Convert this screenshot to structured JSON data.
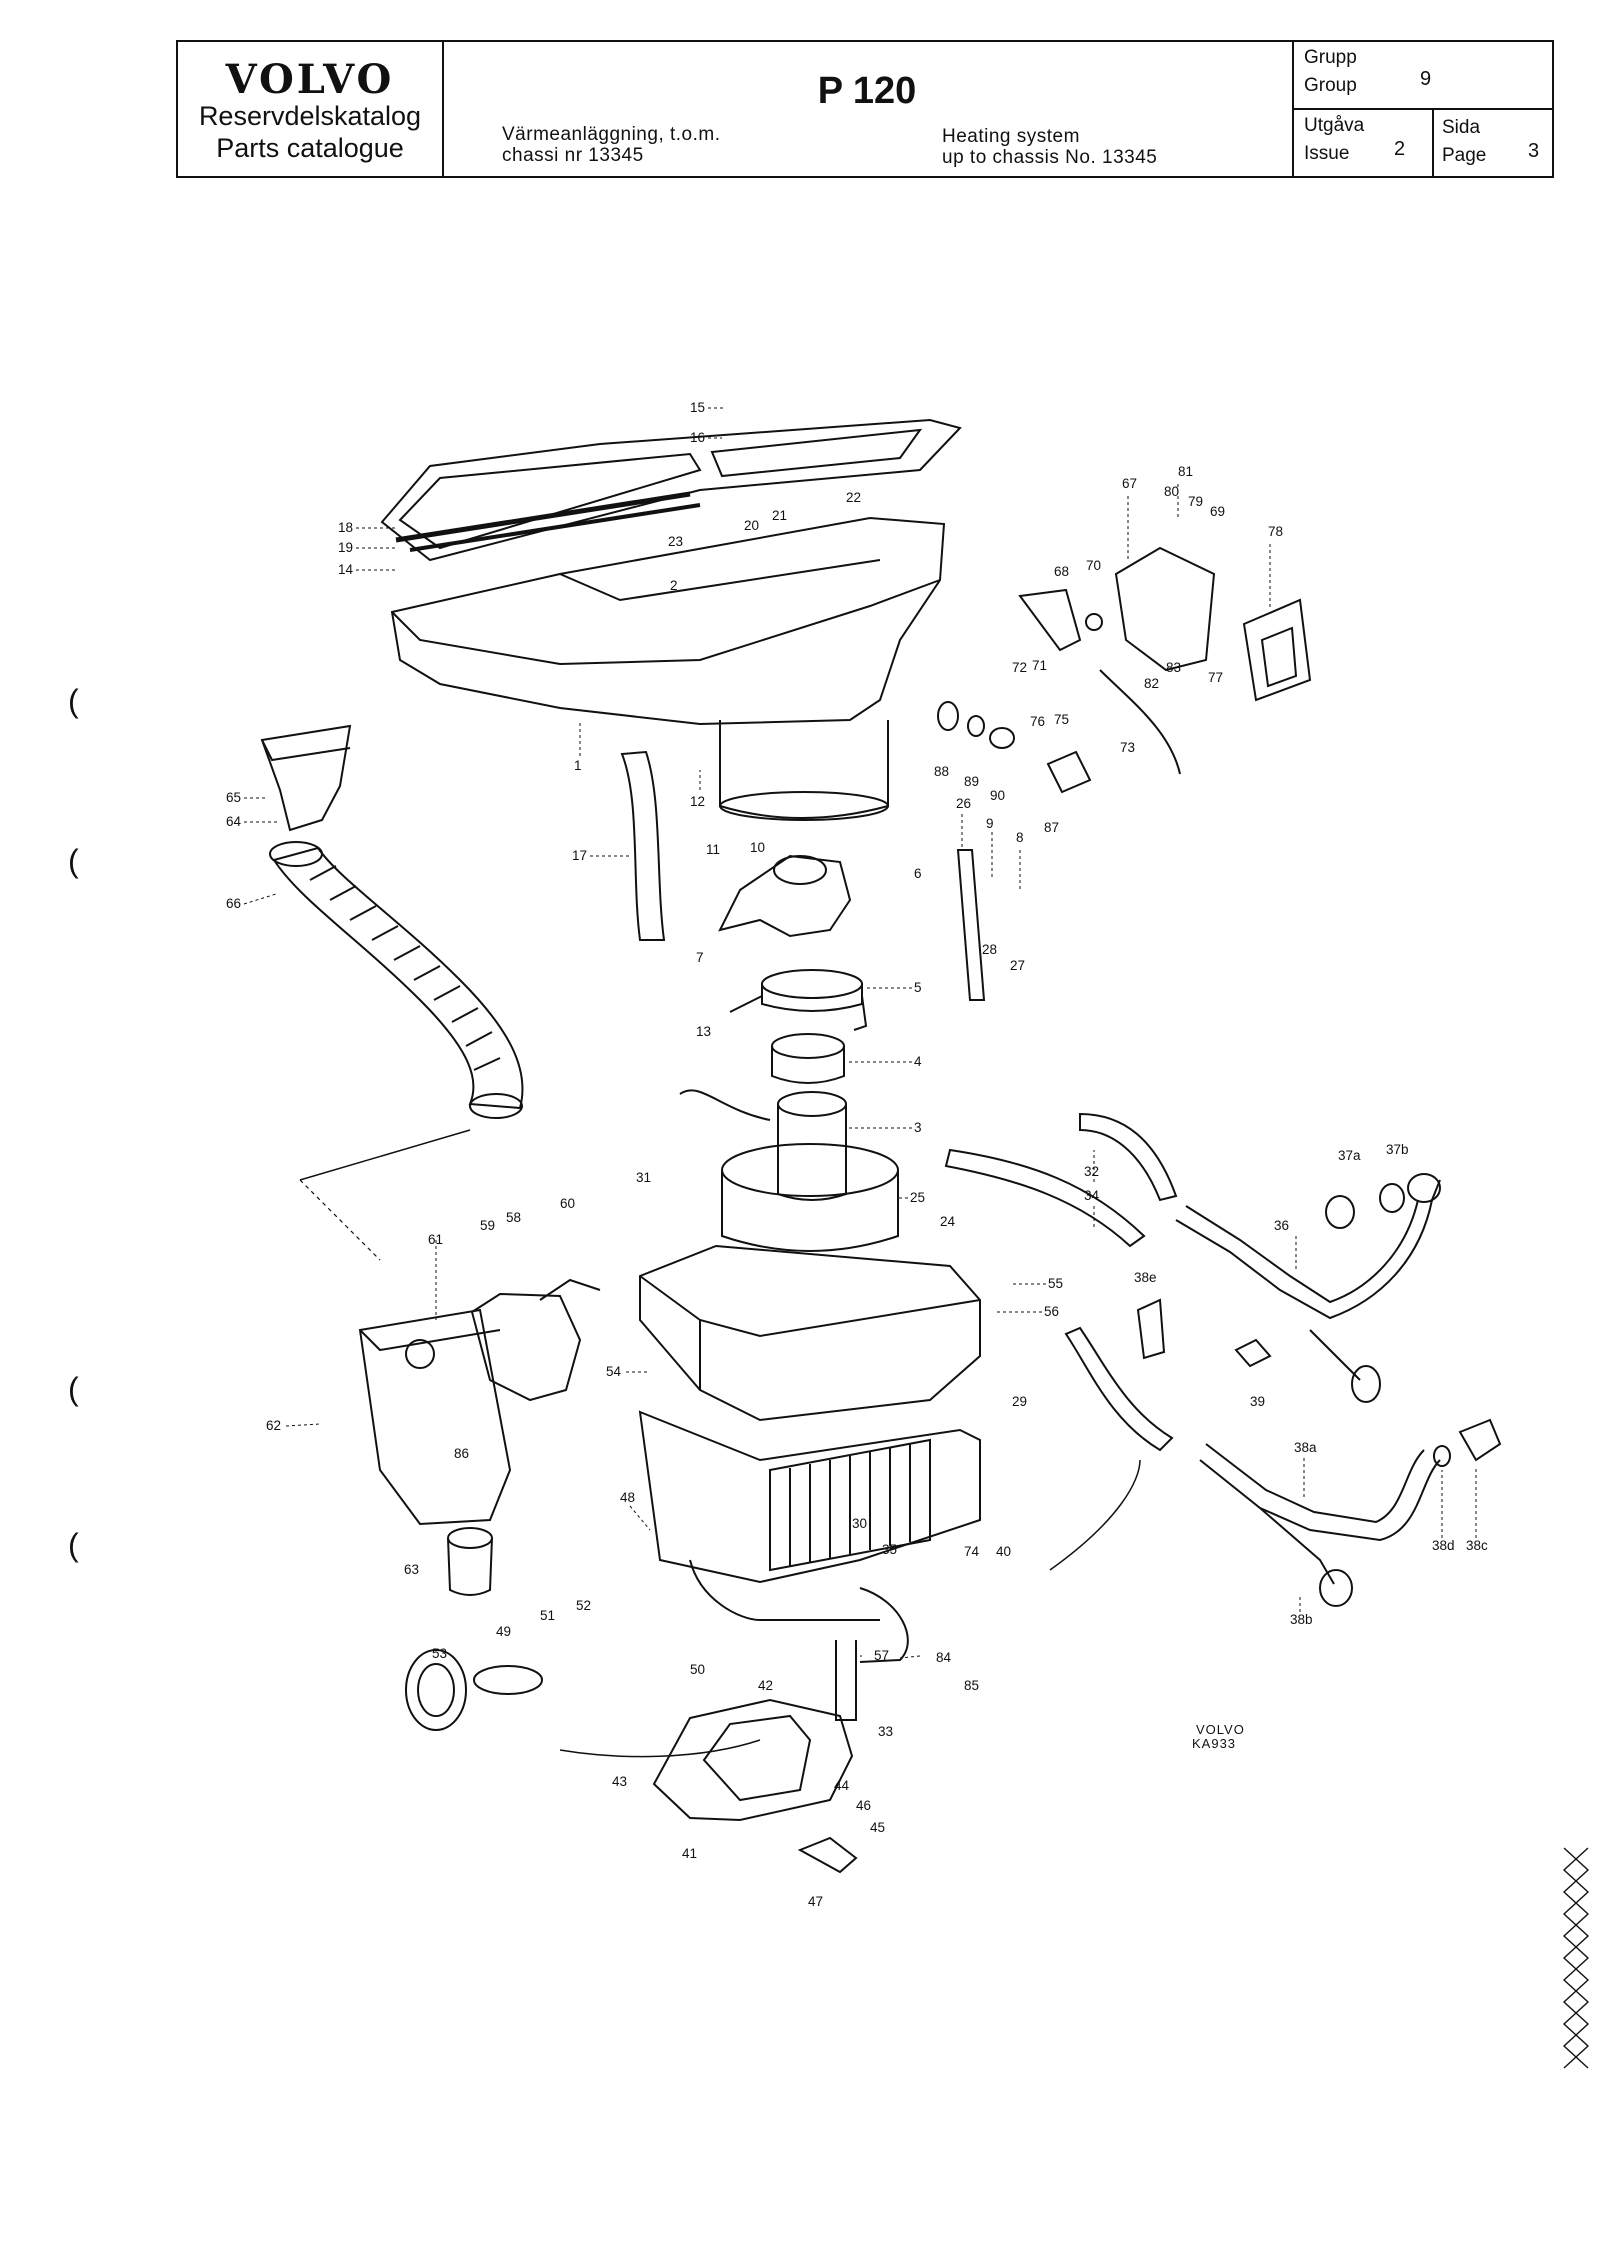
{
  "header": {
    "brand": "VOLVO",
    "catalog_sv": "Reservdelskatalog",
    "catalog_en": "Parts catalogue",
    "model": "P 120",
    "desc_sv_line1": "Värmeanläggning, t.o.m.",
    "desc_sv_line2": "chassi nr 13345",
    "desc_en_line1": "Heating system",
    "desc_en_line2": "up to chassis No. 13345",
    "group_label_sv": "Grupp",
    "group_label_en": "Group",
    "group_value": "9",
    "issue_label_sv": "Utgåva",
    "issue_label_en": "Issue",
    "issue_value": "2",
    "page_label_sv": "Sida",
    "page_label_en": "Page",
    "page_value": "3"
  },
  "figure_code_line1": "VOLVO",
  "figure_code_line2": "KA933",
  "margin_marks": [
    "(",
    "(",
    "(",
    "("
  ],
  "callouts": {
    "c15": "15",
    "c16": "16",
    "c18": "18",
    "c19": "19",
    "c14": "14",
    "c23": "23",
    "c20": "20",
    "c21": "21",
    "c22": "22",
    "c2": "2",
    "c1": "1",
    "c12": "12",
    "c17": "17",
    "c65": "65",
    "c64": "64",
    "c66": "66",
    "c11": "11",
    "c10": "10",
    "c6": "6",
    "c7": "7",
    "c5": "5",
    "c13": "13",
    "c4": "4",
    "c3": "3",
    "c25": "25",
    "c24": "24",
    "c31": "31",
    "c60": "60",
    "c59": "59",
    "c58": "58",
    "c61": "61",
    "c55": "55",
    "c56": "56",
    "c54": "54",
    "c62": "62",
    "c86": "86",
    "c48": "48",
    "c29": "29",
    "c30": "30",
    "c35": "35",
    "c74": "74",
    "c40": "40",
    "c63": "63",
    "c52": "52",
    "c51": "51",
    "c49": "49",
    "c53": "53",
    "c50": "50",
    "c57": "57",
    "c84": "84",
    "c85": "85",
    "c42": "42",
    "c33": "33",
    "c43": "43",
    "c44": "44",
    "c46": "46",
    "c45": "45",
    "c41": "41",
    "c47": "47",
    "c67": "67",
    "c81": "81",
    "c80": "80",
    "c79": "79",
    "c69": "69",
    "c78": "78",
    "c68": "68",
    "c70": "70",
    "c72": "72",
    "c71": "71",
    "c83": "83",
    "c77": "77",
    "c82": "82",
    "c76": "76",
    "c75": "75",
    "c73": "73",
    "c88": "88",
    "c89": "89",
    "c90": "90",
    "c87": "87",
    "c26": "26",
    "c9": "9",
    "c8": "8",
    "c28": "28",
    "c27": "27",
    "c32": "32",
    "c34": "34",
    "c37a": "37a",
    "c37b": "37b",
    "c36": "36",
    "c38e": "38e",
    "c39": "39",
    "c38a": "38a",
    "c38d": "38d",
    "c38c": "38c",
    "c38b": "38b"
  }
}
